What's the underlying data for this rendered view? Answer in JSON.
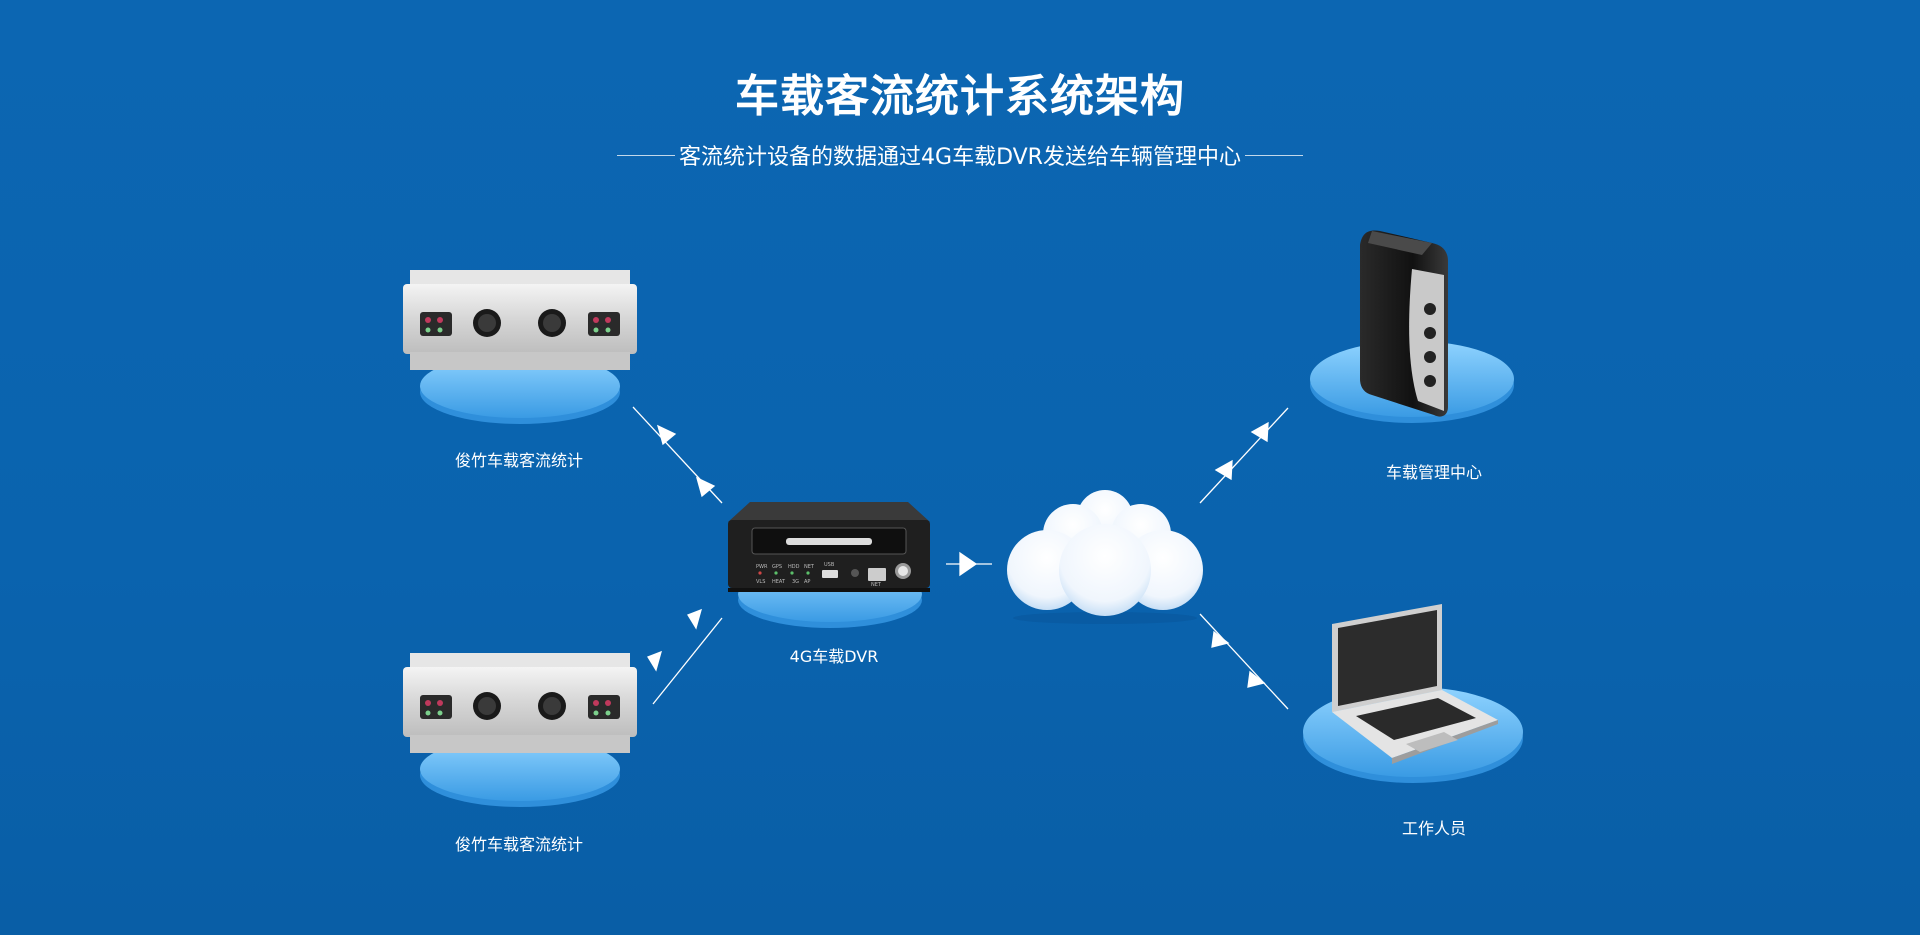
{
  "header": {
    "title": "车载客流统计系统架构",
    "subtitle": "客流统计设备的数据通过4G车载DVR发送给车辆管理中心"
  },
  "nodes": {
    "counter_top": {
      "label": "俊竹车载客流统计",
      "icon": "passenger-counter-icon"
    },
    "counter_bottom": {
      "label": "俊竹车载客流统计",
      "icon": "passenger-counter-icon"
    },
    "dvr": {
      "label": "4G车载DVR",
      "icon": "dvr-icon",
      "panel_text": [
        "PWR",
        "GPS",
        "HDD",
        "NET",
        "VLS",
        "HEAT",
        "3G",
        "AP",
        "USB",
        "NET"
      ]
    },
    "cloud": {
      "icon": "cloud-icon"
    },
    "server": {
      "label": "车载管理中心",
      "icon": "server-icon"
    },
    "laptop": {
      "label": "工作人员",
      "icon": "laptop-icon"
    }
  },
  "colors": {
    "background": "#0a63ae",
    "platform": "#5bb8f5",
    "text": "#ffffff"
  }
}
